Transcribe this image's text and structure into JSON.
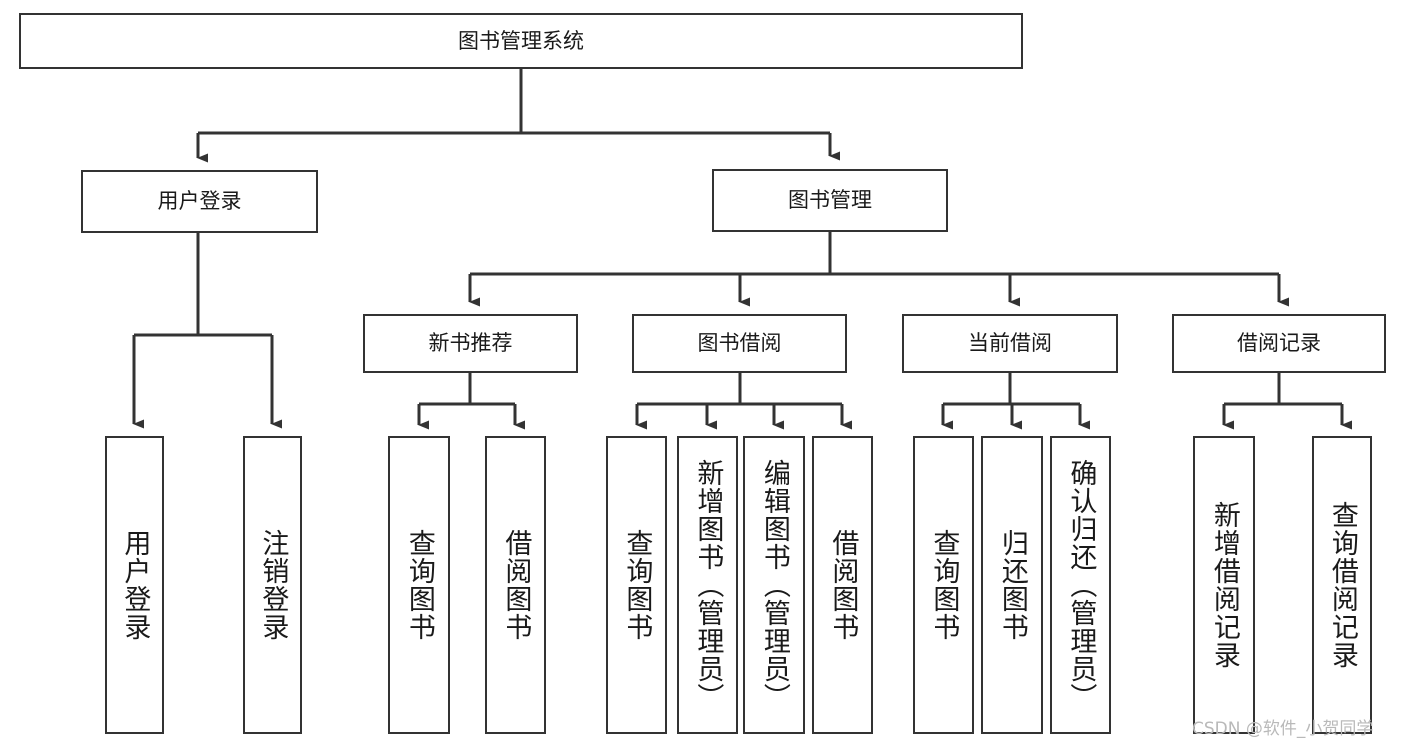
{
  "diagram": {
    "title": "图书管理系统",
    "type": "tree",
    "orientation": "top-down",
    "edge_color": "#333333",
    "box_border_color": "#333333",
    "box_fill_color": "#ffffff",
    "text_color": "#1a1a1a",
    "background_color": "#ffffff"
  },
  "watermark": {
    "text": "CSDN @软件_小贺同学",
    "color": "#b9b9b9"
  },
  "nodes": {
    "root": {
      "label": "图书管理系统"
    },
    "tier1": [
      {
        "id": "user-login",
        "label": "用户登录"
      },
      {
        "id": "book-manage",
        "label": "图书管理"
      }
    ],
    "tier2": [
      {
        "id": "new-book-rec",
        "label": "新书推荐"
      },
      {
        "id": "book-borrow",
        "label": "图书借阅"
      },
      {
        "id": "current-borrow",
        "label": "当前借阅"
      },
      {
        "id": "borrow-record",
        "label": "借阅记录"
      }
    ],
    "leaves": [
      {
        "id": "leaf-user-login",
        "label": "用户登录",
        "parent": "user-login"
      },
      {
        "id": "leaf-logout",
        "label": "注销登录",
        "parent": "user-login"
      },
      {
        "id": "leaf-query-book-1",
        "label": "查询图书",
        "parent": "new-book-rec"
      },
      {
        "id": "leaf-borrow-book-1",
        "label": "借阅图书",
        "parent": "new-book-rec"
      },
      {
        "id": "leaf-query-book-2",
        "label": "查询图书",
        "parent": "book-borrow"
      },
      {
        "id": "leaf-add-book",
        "label": "新增图书（管理员）",
        "parent": "book-borrow"
      },
      {
        "id": "leaf-edit-book",
        "label": "编辑图书（管理员）",
        "parent": "book-borrow"
      },
      {
        "id": "leaf-borrow-book-2",
        "label": "借阅图书",
        "parent": "book-borrow"
      },
      {
        "id": "leaf-query-book-3",
        "label": "查询图书",
        "parent": "current-borrow"
      },
      {
        "id": "leaf-return-book",
        "label": "归还图书",
        "parent": "current-borrow"
      },
      {
        "id": "leaf-confirm-return",
        "label": "确认归还（管理员）",
        "parent": "current-borrow"
      },
      {
        "id": "leaf-add-record",
        "label": "新增借阅记录",
        "parent": "borrow-record"
      },
      {
        "id": "leaf-query-record",
        "label": "查询借阅记录",
        "parent": "borrow-record"
      }
    ]
  }
}
